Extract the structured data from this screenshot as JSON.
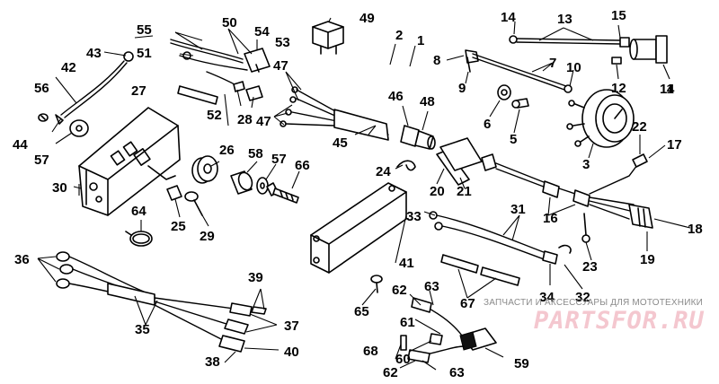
{
  "callouts": [
    {
      "id": "p1",
      "text": "1"
    },
    {
      "id": "p2",
      "text": "2"
    },
    {
      "id": "p3",
      "text": "3"
    },
    {
      "id": "p4",
      "text": "4"
    },
    {
      "id": "p5",
      "text": "5"
    },
    {
      "id": "p6",
      "text": "6"
    },
    {
      "id": "p7a",
      "text": "7"
    },
    {
      "id": "p8",
      "text": "8"
    },
    {
      "id": "p9",
      "text": "9"
    },
    {
      "id": "p10",
      "text": "10"
    },
    {
      "id": "p11",
      "text": "11"
    },
    {
      "id": "p12",
      "text": "12"
    },
    {
      "id": "p13",
      "text": "13"
    },
    {
      "id": "p14",
      "text": "14"
    },
    {
      "id": "p15",
      "text": "15"
    },
    {
      "id": "p16",
      "text": "16"
    },
    {
      "id": "p17",
      "text": "17"
    },
    {
      "id": "p18",
      "text": "18"
    },
    {
      "id": "p19",
      "text": "19"
    },
    {
      "id": "p20",
      "text": "20"
    },
    {
      "id": "p21",
      "text": "21"
    },
    {
      "id": "p22",
      "text": "22"
    },
    {
      "id": "p23",
      "text": "23"
    },
    {
      "id": "p24",
      "text": "24"
    },
    {
      "id": "p25",
      "text": "25"
    },
    {
      "id": "p26",
      "text": "26"
    },
    {
      "id": "p27",
      "text": "27"
    },
    {
      "id": "p28",
      "text": "28"
    },
    {
      "id": "p29",
      "text": "29"
    },
    {
      "id": "p30",
      "text": "30"
    },
    {
      "id": "p31",
      "text": "31"
    },
    {
      "id": "p32",
      "text": "32"
    },
    {
      "id": "p33",
      "text": "33"
    },
    {
      "id": "p34",
      "text": "34"
    },
    {
      "id": "p35",
      "text": "35"
    },
    {
      "id": "p36",
      "text": "36"
    },
    {
      "id": "p37",
      "text": "37"
    },
    {
      "id": "p38",
      "text": "38"
    },
    {
      "id": "p39",
      "text": "39"
    },
    {
      "id": "p40",
      "text": "40"
    },
    {
      "id": "p41",
      "text": "41"
    },
    {
      "id": "p42",
      "text": "42"
    },
    {
      "id": "p43",
      "text": "43"
    },
    {
      "id": "p44",
      "text": "44"
    },
    {
      "id": "p45",
      "text": "45"
    },
    {
      "id": "p46",
      "text": "46"
    },
    {
      "id": "p47a",
      "text": "47"
    },
    {
      "id": "p47b",
      "text": "47"
    },
    {
      "id": "p48",
      "text": "48"
    },
    {
      "id": "p49",
      "text": "49"
    },
    {
      "id": "p50",
      "text": "50"
    },
    {
      "id": "p51",
      "text": "51"
    },
    {
      "id": "p52",
      "text": "52"
    },
    {
      "id": "p53",
      "text": "53"
    },
    {
      "id": "p54",
      "text": "54"
    },
    {
      "id": "p55",
      "text": "55"
    },
    {
      "id": "p56",
      "text": "56"
    },
    {
      "id": "p57a",
      "text": "57"
    },
    {
      "id": "p57b",
      "text": "57"
    },
    {
      "id": "p58",
      "text": "58"
    },
    {
      "id": "p59",
      "text": "59"
    },
    {
      "id": "p60",
      "text": "60"
    },
    {
      "id": "p61",
      "text": "61"
    },
    {
      "id": "p62a",
      "text": "62"
    },
    {
      "id": "p62b",
      "text": "62"
    },
    {
      "id": "p63a",
      "text": "63"
    },
    {
      "id": "p63b",
      "text": "63"
    },
    {
      "id": "p64",
      "text": "64"
    },
    {
      "id": "p65",
      "text": "65"
    },
    {
      "id": "p66",
      "text": "66"
    },
    {
      "id": "p67",
      "text": "67"
    },
    {
      "id": "p68",
      "text": "68"
    }
  ],
  "watermark": {
    "caption": "ЗАПЧАСТИ И АКСЕССУАРЫ ДЛЯ МОТОТЕХНИКИ",
    "logo": "PARTSFOR.RU",
    "logo_color": "#f4c7cf",
    "caption_color": "#8a8a8a"
  }
}
